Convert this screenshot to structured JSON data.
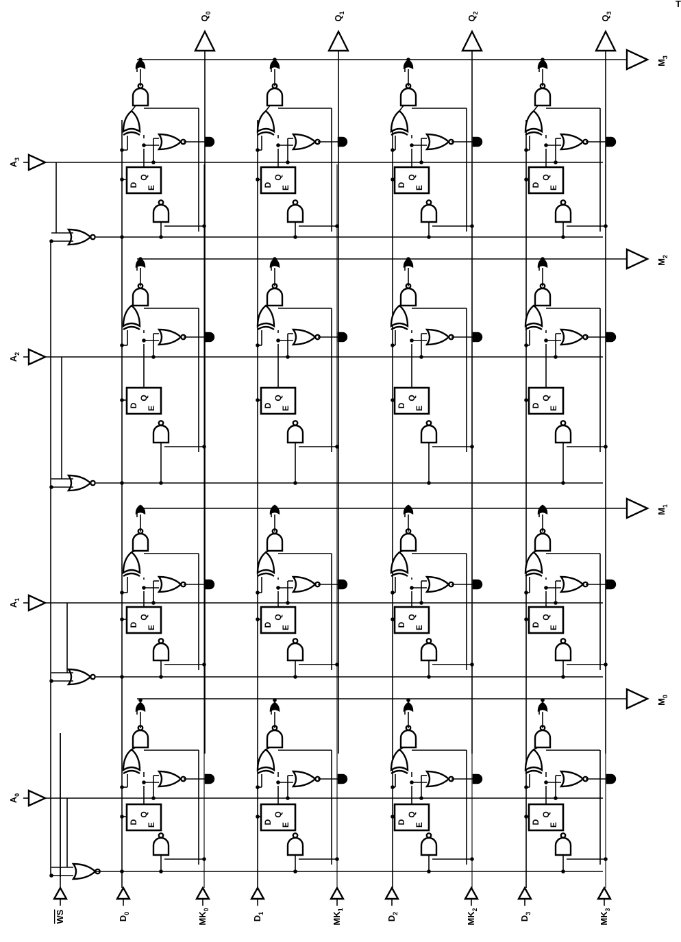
{
  "diagram": {
    "address_inputs": [
      {
        "label": "A",
        "sub": "0"
      },
      {
        "label": "A",
        "sub": "1"
      },
      {
        "label": "A",
        "sub": "2"
      },
      {
        "label": "A",
        "sub": "3"
      }
    ],
    "outputs_q": [
      {
        "label": "Q",
        "sub": "0"
      },
      {
        "label": "Q",
        "sub": "1"
      },
      {
        "label": "Q",
        "sub": "2"
      },
      {
        "label": "Q",
        "sub": "3"
      }
    ],
    "outputs_m": [
      {
        "label": "M",
        "sub": "0"
      },
      {
        "label": "M",
        "sub": "1"
      },
      {
        "label": "M",
        "sub": "2"
      },
      {
        "label": "M",
        "sub": "3"
      }
    ],
    "bottom_inputs": [
      {
        "label": "WS",
        "sub": "",
        "overline": true
      },
      {
        "label": "D",
        "sub": "0"
      },
      {
        "label": "MK",
        "sub": "0"
      },
      {
        "label": "D",
        "sub": "1"
      },
      {
        "label": "MK",
        "sub": "1"
      },
      {
        "label": "D",
        "sub": "2"
      },
      {
        "label": "MK",
        "sub": "2"
      },
      {
        "label": "D",
        "sub": "3"
      },
      {
        "label": "MK",
        "sub": "3"
      }
    ],
    "latch_pins": {
      "d": "D",
      "q": "Q",
      "e": "E"
    },
    "corner_mark": "T"
  }
}
